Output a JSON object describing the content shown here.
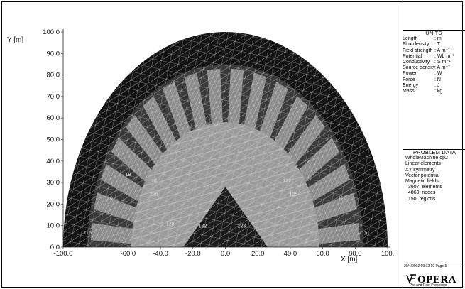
{
  "chart_data": {
    "type": "mesh",
    "xlabel": "X [m]",
    "ylabel": "Y [m]",
    "xlim": [
      -100,
      100
    ],
    "ylim": [
      0,
      100
    ],
    "x_ticks": [
      "-100.0",
      "-60.0",
      "-40.0",
      "-20.0",
      "0.0",
      "20.0",
      "40.0",
      "60.0",
      "80.0",
      "100."
    ],
    "y_ticks": [
      "0.0",
      "10.0",
      "20.0",
      "30.0",
      "40.0",
      "50.0",
      "60.0",
      "70.0",
      "80.0",
      "90.0",
      "100.0"
    ],
    "grid": false,
    "region_labels": [
      "18",
      "18",
      "126",
      "122",
      "125",
      "128",
      "132",
      "123",
      "115",
      "115",
      "120",
      "120"
    ]
  },
  "units": {
    "title": "UNITS",
    "rows": [
      {
        "name": "Length",
        "unit": ": m"
      },
      {
        "name": "Flux density",
        "unit": ": T"
      },
      {
        "name": "Field strength",
        "unit": ": A m⁻¹"
      },
      {
        "name": "Potential",
        "unit": ": Wb m⁻¹"
      },
      {
        "name": "Conductivity",
        "unit": ": S m⁻¹"
      },
      {
        "name": "Source density",
        "unit": ": A m⁻²"
      },
      {
        "name": "Power",
        "unit": ": W"
      },
      {
        "name": "Force",
        "unit": ": N"
      },
      {
        "name": "Energy",
        "unit": ": J"
      },
      {
        "name": "Mass",
        "unit": ": kg"
      }
    ]
  },
  "problem": {
    "title": "PROBLEM DATA",
    "lines": [
      "WholeMachine.op2",
      "Linear elements",
      "XY symmetry",
      "Vector potential",
      "Magnetic fields",
      "  3607  elements",
      "  4869  nodes",
      "  150  regions"
    ]
  },
  "footer": {
    "stamp": "20/4/2002 09:12:19 Page 5",
    "logo": "OPERA",
    "logo_sub": "Pre and Post Processor"
  },
  "colors": {
    "outer_mesh": "#141414",
    "stator": "#3a3a3a",
    "rotor": "#9a9a9a",
    "shaft": "#1c1c1c"
  }
}
